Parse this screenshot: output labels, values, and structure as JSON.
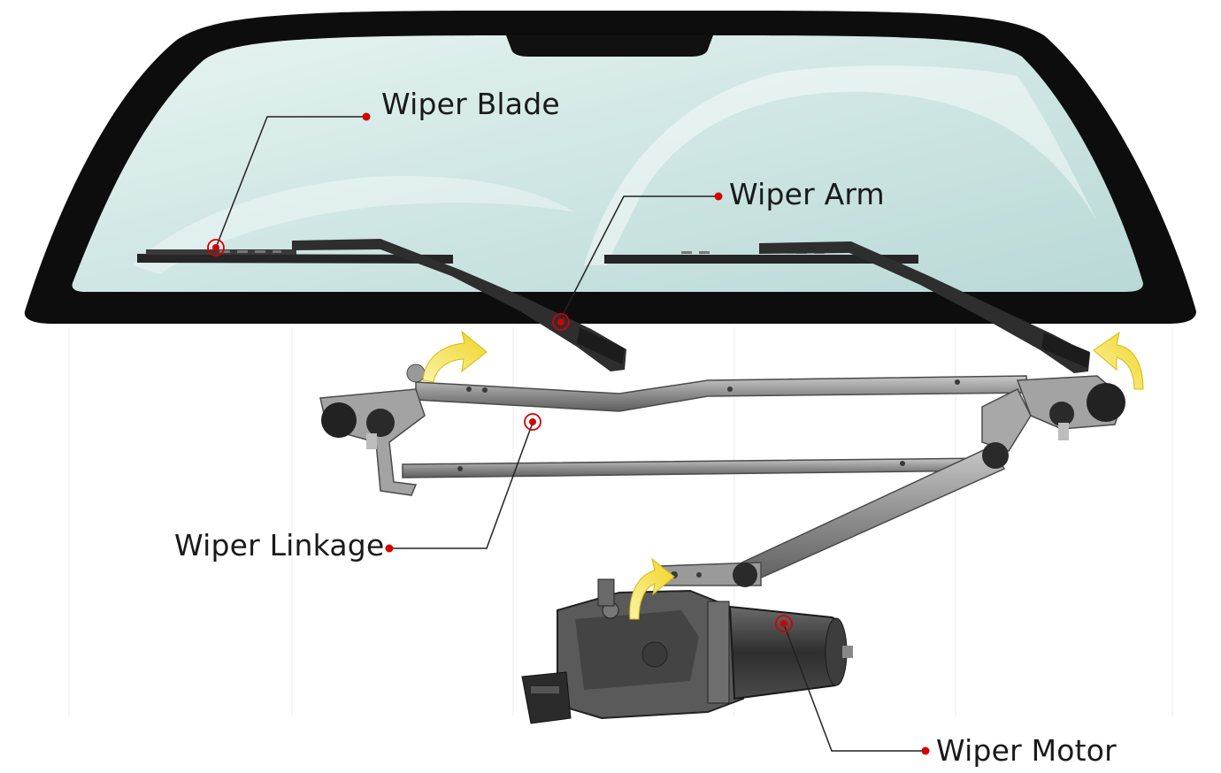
{
  "labels": {
    "wiper_blade": "Wiper Blade",
    "wiper_arm": "Wiper Arm",
    "wiper_linkage": "Wiper Linkage",
    "wiper_motor": "Wiper Motor"
  },
  "colors": {
    "windshield_frame": "#0d0d0d",
    "glass": "#cfe8e6",
    "metal": "#8a8a8a",
    "motor_body": "#3a3a3a",
    "pointer_dot": "#d40000",
    "leader_line": "#222222",
    "motion_arrow": "#f2dc3c"
  },
  "icons": {
    "motion_arrow": "curved-arrow-icon",
    "pointer": "target-dot-icon"
  }
}
